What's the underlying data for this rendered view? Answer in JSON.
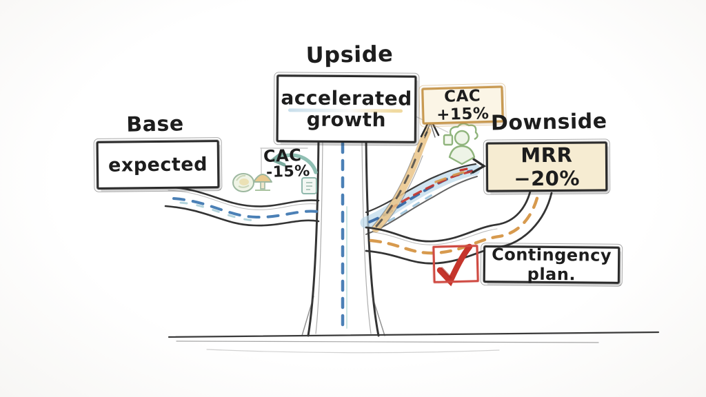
{
  "diagram": {
    "kind": "hand-drawn scenario branching sketch (road/tree metaphor)",
    "scenarios": {
      "base": {
        "title": "Base",
        "box_label": "expected"
      },
      "upside": {
        "title": "Upside",
        "box_line1": "accelerated",
        "box_line2": "growth"
      },
      "downside": {
        "title": "Downside",
        "box_label": "MRR −20%"
      }
    },
    "annotations": {
      "cac_upside_tag": "CAC +15%",
      "cac_note_line1": "CAC",
      "cac_note_line2": "-15%",
      "contingency_label": "Contingency plan.",
      "contingency_checked": true
    },
    "icons": [
      "blob-sketch-icon",
      "tree-sketch-icon",
      "badge-sketch-icon",
      "person-icon",
      "curved-teal-arrow-icon",
      "up-arrow-icon",
      "red-dashed-arrow-icon",
      "checkmark-icon"
    ],
    "colors": {
      "ink": "#2b2b2b",
      "blue_dash": "#4b80b6",
      "light_blue_dash": "#9cc4dd",
      "blue_band": "#bcd9ea",
      "orange_dash": "#d79a4e",
      "tan_band": "#eac488",
      "red": "#c5352c",
      "teal": "#8fbfb3",
      "green_person": "#8fb47c",
      "cream_fill": "#f6ecd2",
      "cac_border": "#c89950",
      "background": "#fcfcfa"
    }
  }
}
